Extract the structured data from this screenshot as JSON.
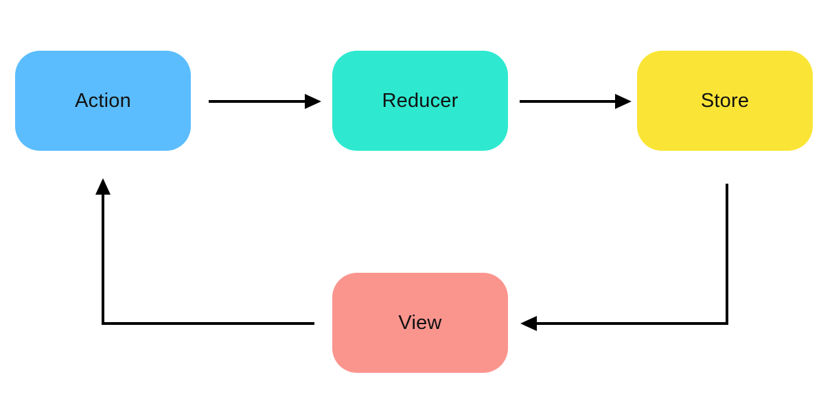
{
  "nodes": {
    "action": {
      "label": "Action",
      "color": "#5bbdfd"
    },
    "reducer": {
      "label": "Reducer",
      "color": "#2ee9cf"
    },
    "store": {
      "label": "Store",
      "color": "#fae536"
    },
    "view": {
      "label": "View",
      "color": "#fa958e"
    }
  },
  "edges": [
    {
      "from": "Action",
      "to": "Reducer"
    },
    {
      "from": "Reducer",
      "to": "Store"
    },
    {
      "from": "Store",
      "to": "View"
    },
    {
      "from": "View",
      "to": "Action"
    }
  ],
  "arrow_color": "#000000"
}
